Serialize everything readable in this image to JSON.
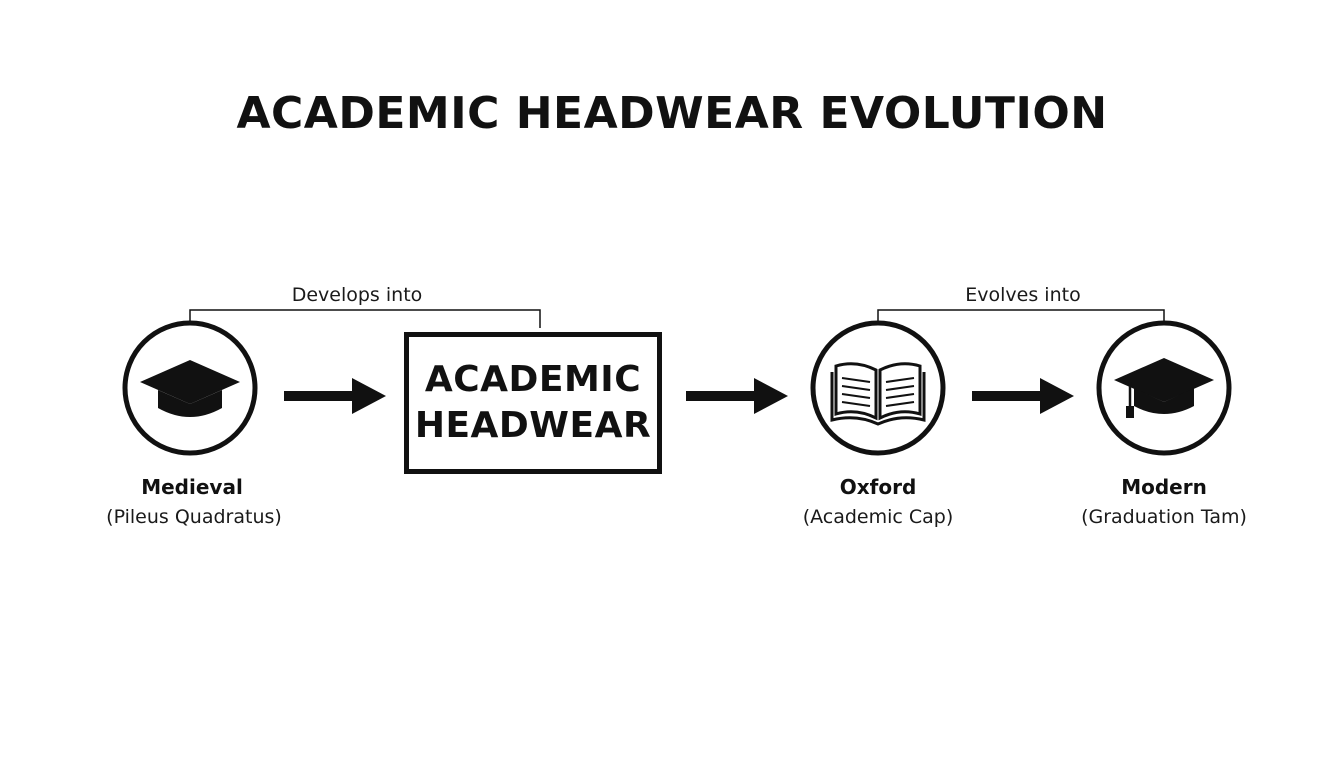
{
  "title": "ACADEMIC HEADWEAR EVOLUTION",
  "connectors": {
    "first": "Develops into",
    "second": "Evolves into"
  },
  "center": {
    "line1": "ACADEMIC",
    "line2": "HEADWEAR"
  },
  "nodes": [
    {
      "name": "Medieval",
      "sub": "(Pileus Quadratus)",
      "icon": "mortarboard-icon"
    },
    {
      "name": "Oxford",
      "sub": "(Academic Cap)",
      "icon": "open-book-icon"
    },
    {
      "name": "Modern",
      "sub": "(Graduation Tam)",
      "icon": "mortarboard-tassel-icon"
    }
  ],
  "colors": {
    "ink": "#111111",
    "background": "#ffffff"
  }
}
